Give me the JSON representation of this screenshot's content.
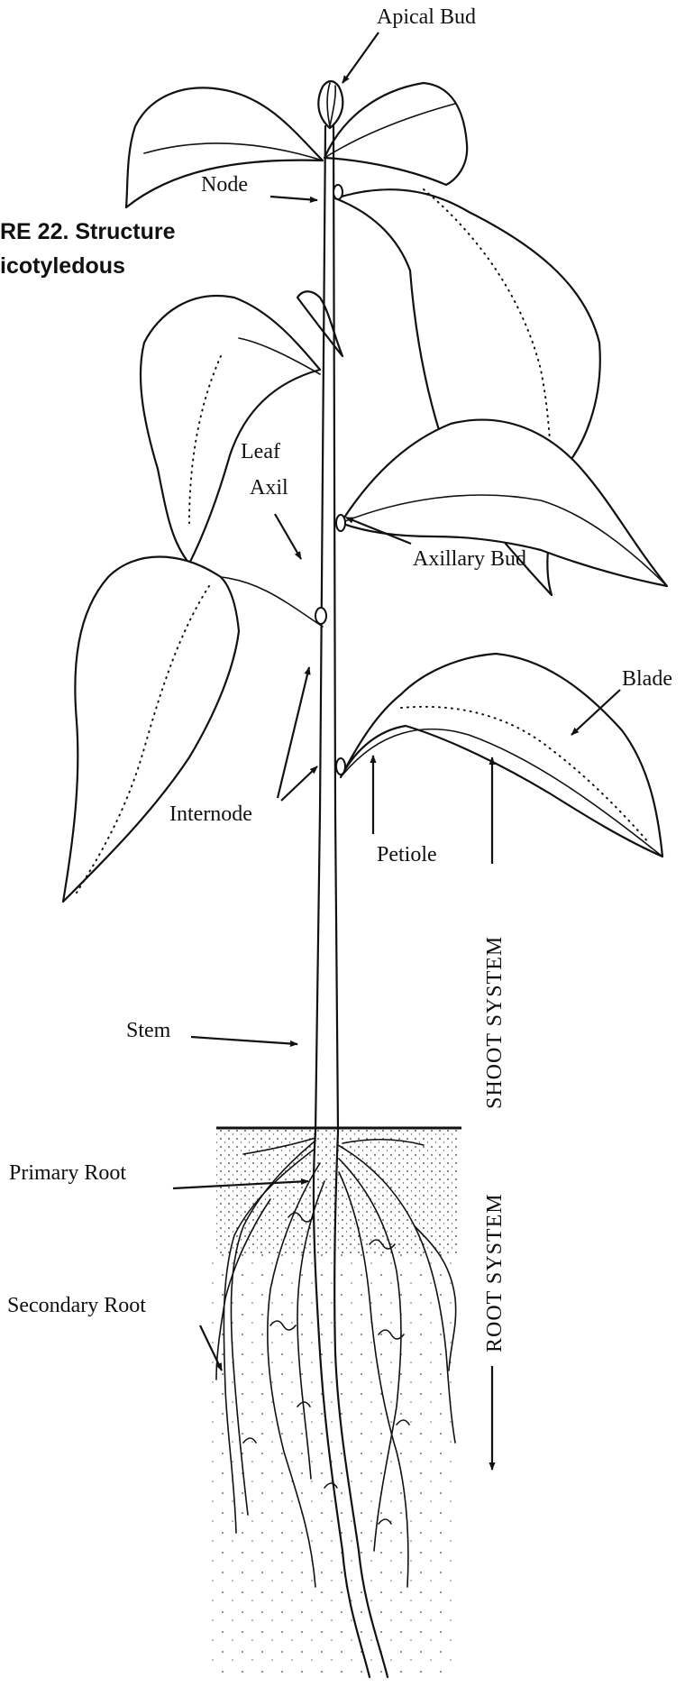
{
  "figure": {
    "caption_line1": "RE 22. Structure",
    "caption_line2": "icotyledous"
  },
  "labels": {
    "apical_bud": "Apical Bud",
    "node": "Node",
    "leaf_axil_1": "Leaf",
    "leaf_axil_2": "Axil",
    "axillary_bud": "Axillary Bud",
    "blade": "Blade",
    "internode": "Internode",
    "petiole": "Petiole",
    "stem": "Stem",
    "primary_root": "Primary Root",
    "secondary_root": "Secondary Root"
  },
  "systems": {
    "shoot": "SHOOT SYSTEM",
    "root": "ROOT SYSTEM"
  }
}
